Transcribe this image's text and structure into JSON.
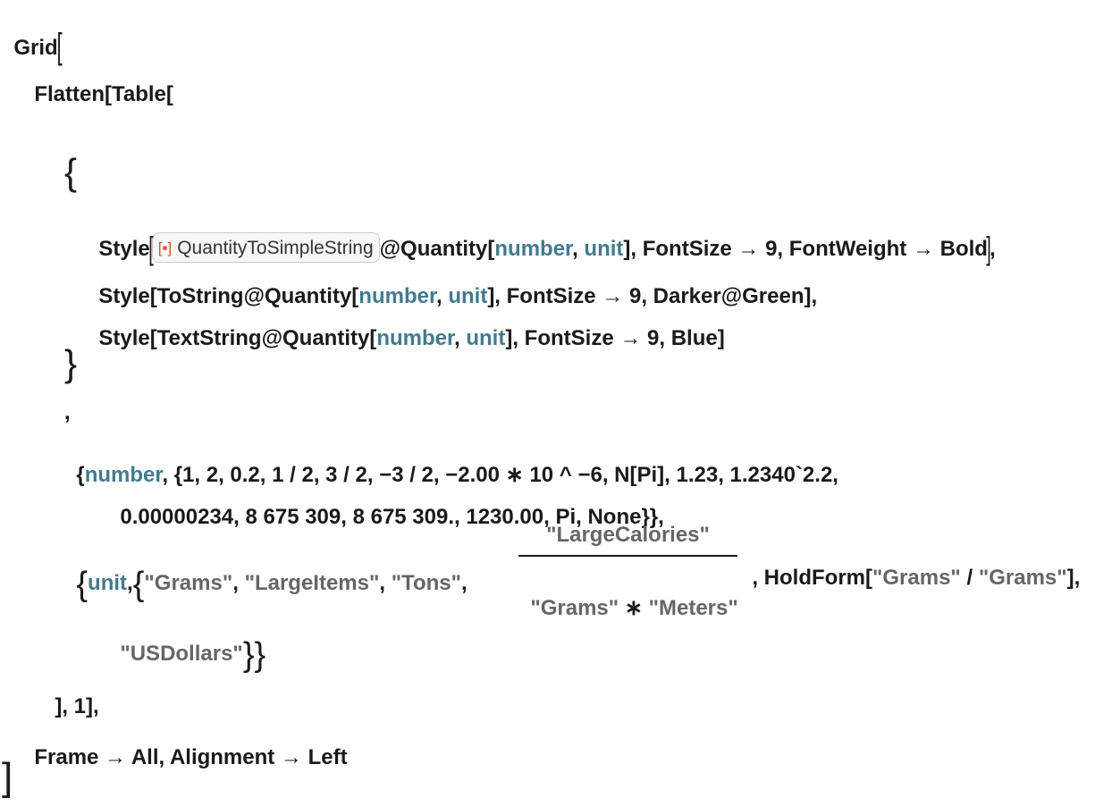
{
  "code": {
    "grid_fn": "Grid",
    "flatten_table": "Flatten[Table[",
    "open_brace": "{",
    "close_brace": "}",
    "comma": ",",
    "style1_head": "Style",
    "chip_label": "QuantityToSimpleString",
    "chip_icon": "[▪]",
    "style1_mid": "@Quantity[",
    "style1_tail": "], FontSize → 9, FontWeight → Bold",
    "line_end_comma": ",",
    "style2_head": "Style[ToString@Quantity[",
    "style2_tail": "], FontSize → 9, Darker@Green],",
    "style3_head": "Style[TextString@Quantity[",
    "style3_tail": "], FontSize → 9, Blue]",
    "var_number": "number",
    "var_unit": "unit",
    "sep": ", ",
    "iter1_open": "{",
    "iter1_rest": ", {1, 2, 0.2, 1 / 2, 3 / 2, −3 / 2, −2.00 ∗ 10 ^ −6, N[Pi], 1.23, 1.2340`2.2,",
    "iter1_line2": "0.00000234, 8 675 309, 8 675 309., 1230.00, Pi, None}},",
    "iter2_rest": ", ",
    "str_grams": "\"Grams\"",
    "str_largeitems": "\"LargeItems\"",
    "str_tons": "\"Tons\"",
    "str_largecalories": "\"LargeCalories\"",
    "str_meters": "\"Meters\"",
    "times": " ∗ ",
    "holdform_head": ", HoldForm[",
    "holdform_div": " / ",
    "holdform_tail": "],",
    "str_usdollars": "\"USDollars\"",
    "table_close": "], 1],",
    "options": "Frame → All, Alignment → Left"
  }
}
